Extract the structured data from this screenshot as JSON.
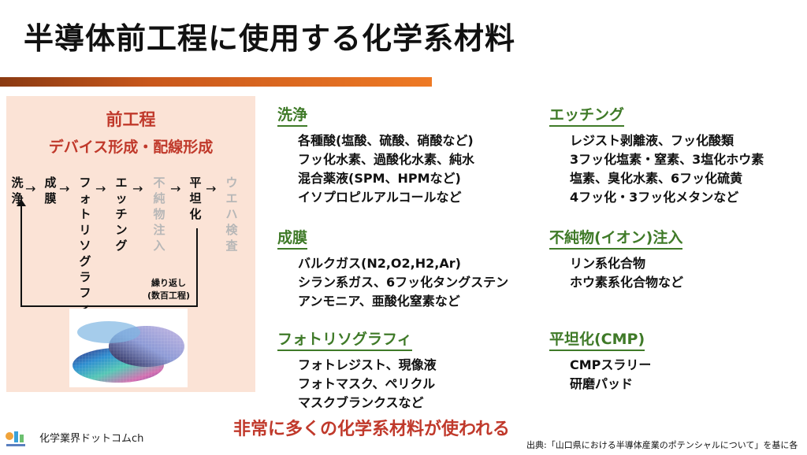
{
  "title": "半導体前工程に使用する化学系材料",
  "flow": {
    "heading": "前工程",
    "subheading": "デバイス形成・配線形成",
    "steps": [
      "洗浄",
      "成膜",
      "フォトリソグラフィ",
      "エッチング",
      "不純物注入",
      "平坦化",
      "ウエハ検査"
    ],
    "repeat_line1": "繰り返し",
    "repeat_line2": "(数百工程)"
  },
  "sections": {
    "cleaning": {
      "heading": "洗浄",
      "items": [
        "各種酸(塩酸、硫酸、硝酸など)",
        "フッ化水素、過酸化水素、純水",
        "混合薬液(SPM、HPMなど)",
        "イソプロピルアルコールなど"
      ]
    },
    "film": {
      "heading": "成膜",
      "items": [
        "バルクガス(N2,O2,H2,Ar)",
        "シラン系ガス、6フッ化タングステン",
        "アンモニア、亜酸化窒素など"
      ]
    },
    "photo": {
      "heading": "フォトリソグラフィ",
      "items": [
        "フォトレジスト、現像液",
        "フォトマスク、ペリクル",
        "マスクブランクスなど"
      ]
    },
    "etching": {
      "heading": "エッチング",
      "items": [
        "レジスト剥離液、フッ化酸類",
        "3フッ化塩素・窒素、3塩化ホウ素",
        "塩素、臭化水素、6フッ化硫黄",
        "4フッ化・3フッ化メタンなど"
      ]
    },
    "impurity": {
      "heading": "不純物(イオン)注入",
      "items": [
        "リン系化合物",
        "ホウ素系化合物など"
      ]
    },
    "cmp": {
      "heading": "平坦化(CMP)",
      "items": [
        "CMPスラリー",
        "研磨パッド"
      ]
    }
  },
  "callout": "非常に多くの化学系材料が使われる",
  "logo_text": "化学業界ドットコムch",
  "source": "出典:「山口県における半導体産業のポテンシャルについて」を基に各",
  "colors": {
    "accent_red": "#c0392b",
    "section_green": "#3f7a28",
    "bar_orange": "#ee7a25",
    "panel_bg": "#fbe3d6"
  }
}
